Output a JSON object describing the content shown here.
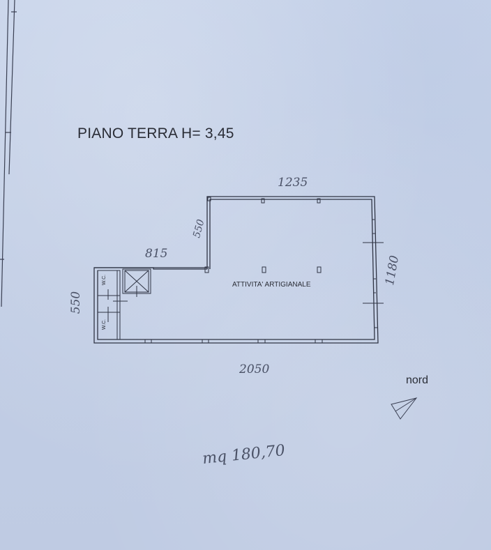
{
  "drawing": {
    "title": "PIANO TERRA H= 3,45",
    "room_label": "ATTIVITA' ARTIGIANALE",
    "wc_labels": [
      "W.C.",
      "W.C."
    ],
    "north_label": "nord",
    "colors": {
      "paper": "#c4d0e6",
      "ink": "#2a2d36",
      "handwriting": "#4a5166"
    }
  },
  "dimensions": {
    "top_width": "1235",
    "bottom_width": "2050",
    "right_height": "1180",
    "left_height": "550",
    "step_height": "550",
    "step_width": "815"
  },
  "area_note": "mq 180,70",
  "icons": {
    "north_arrow": "north-arrow-icon",
    "stair_or_shaft": "crossed-box-icon"
  }
}
